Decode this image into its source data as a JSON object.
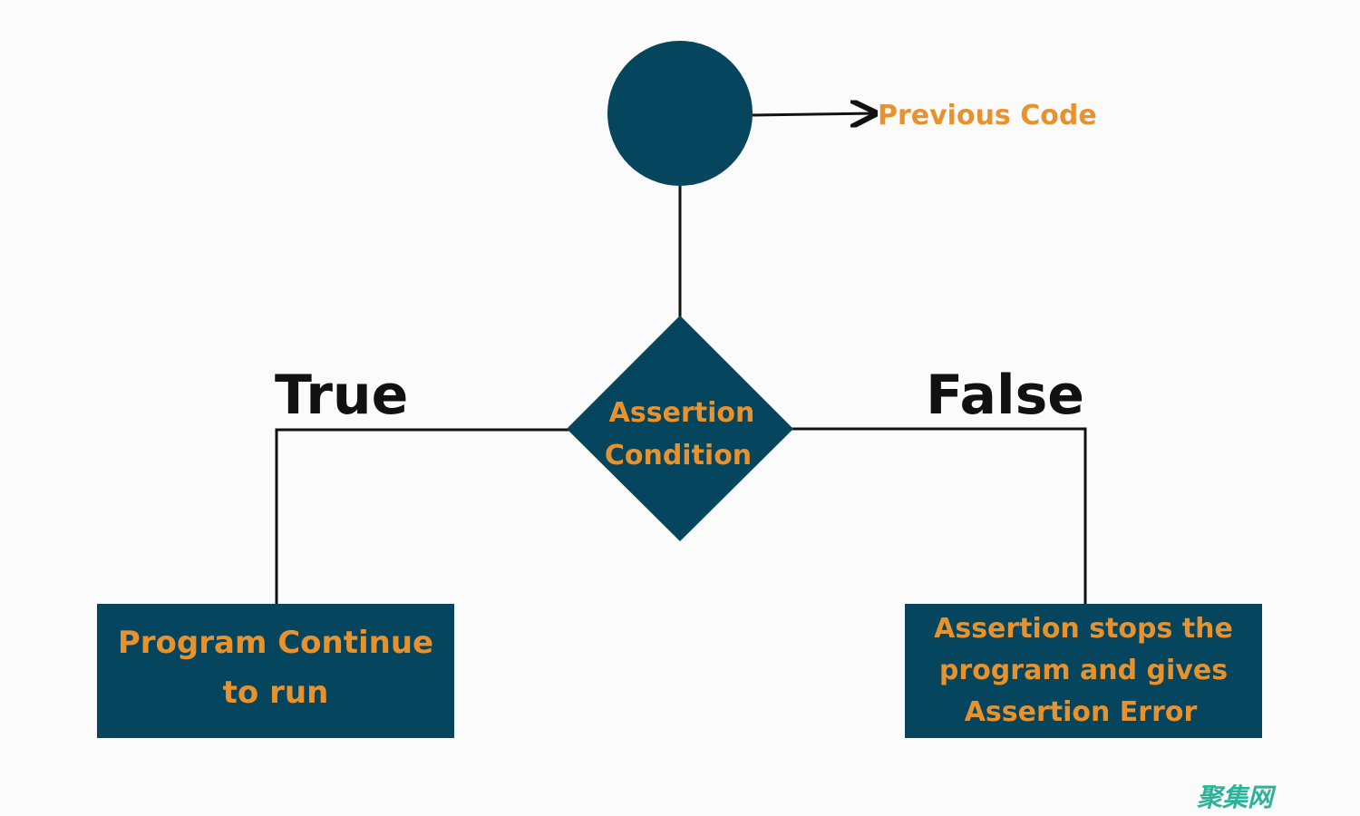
{
  "colors": {
    "node": "#05455e",
    "text_accent": "#e8922e",
    "line": "#111111",
    "watermark": "#2bb39a",
    "background": "#fbfbfb"
  },
  "start": {
    "label": "Previous Code"
  },
  "decision": {
    "line1": "Assertion",
    "line2": "Condition"
  },
  "branches": {
    "true_label": "True",
    "false_label": "False"
  },
  "true_box": {
    "line1": "Program Continue",
    "line2": "to run"
  },
  "false_box": {
    "line1": "Assertion stops the",
    "line2": "program and gives",
    "line3": "Assertion Error"
  },
  "watermark": "聚集网"
}
